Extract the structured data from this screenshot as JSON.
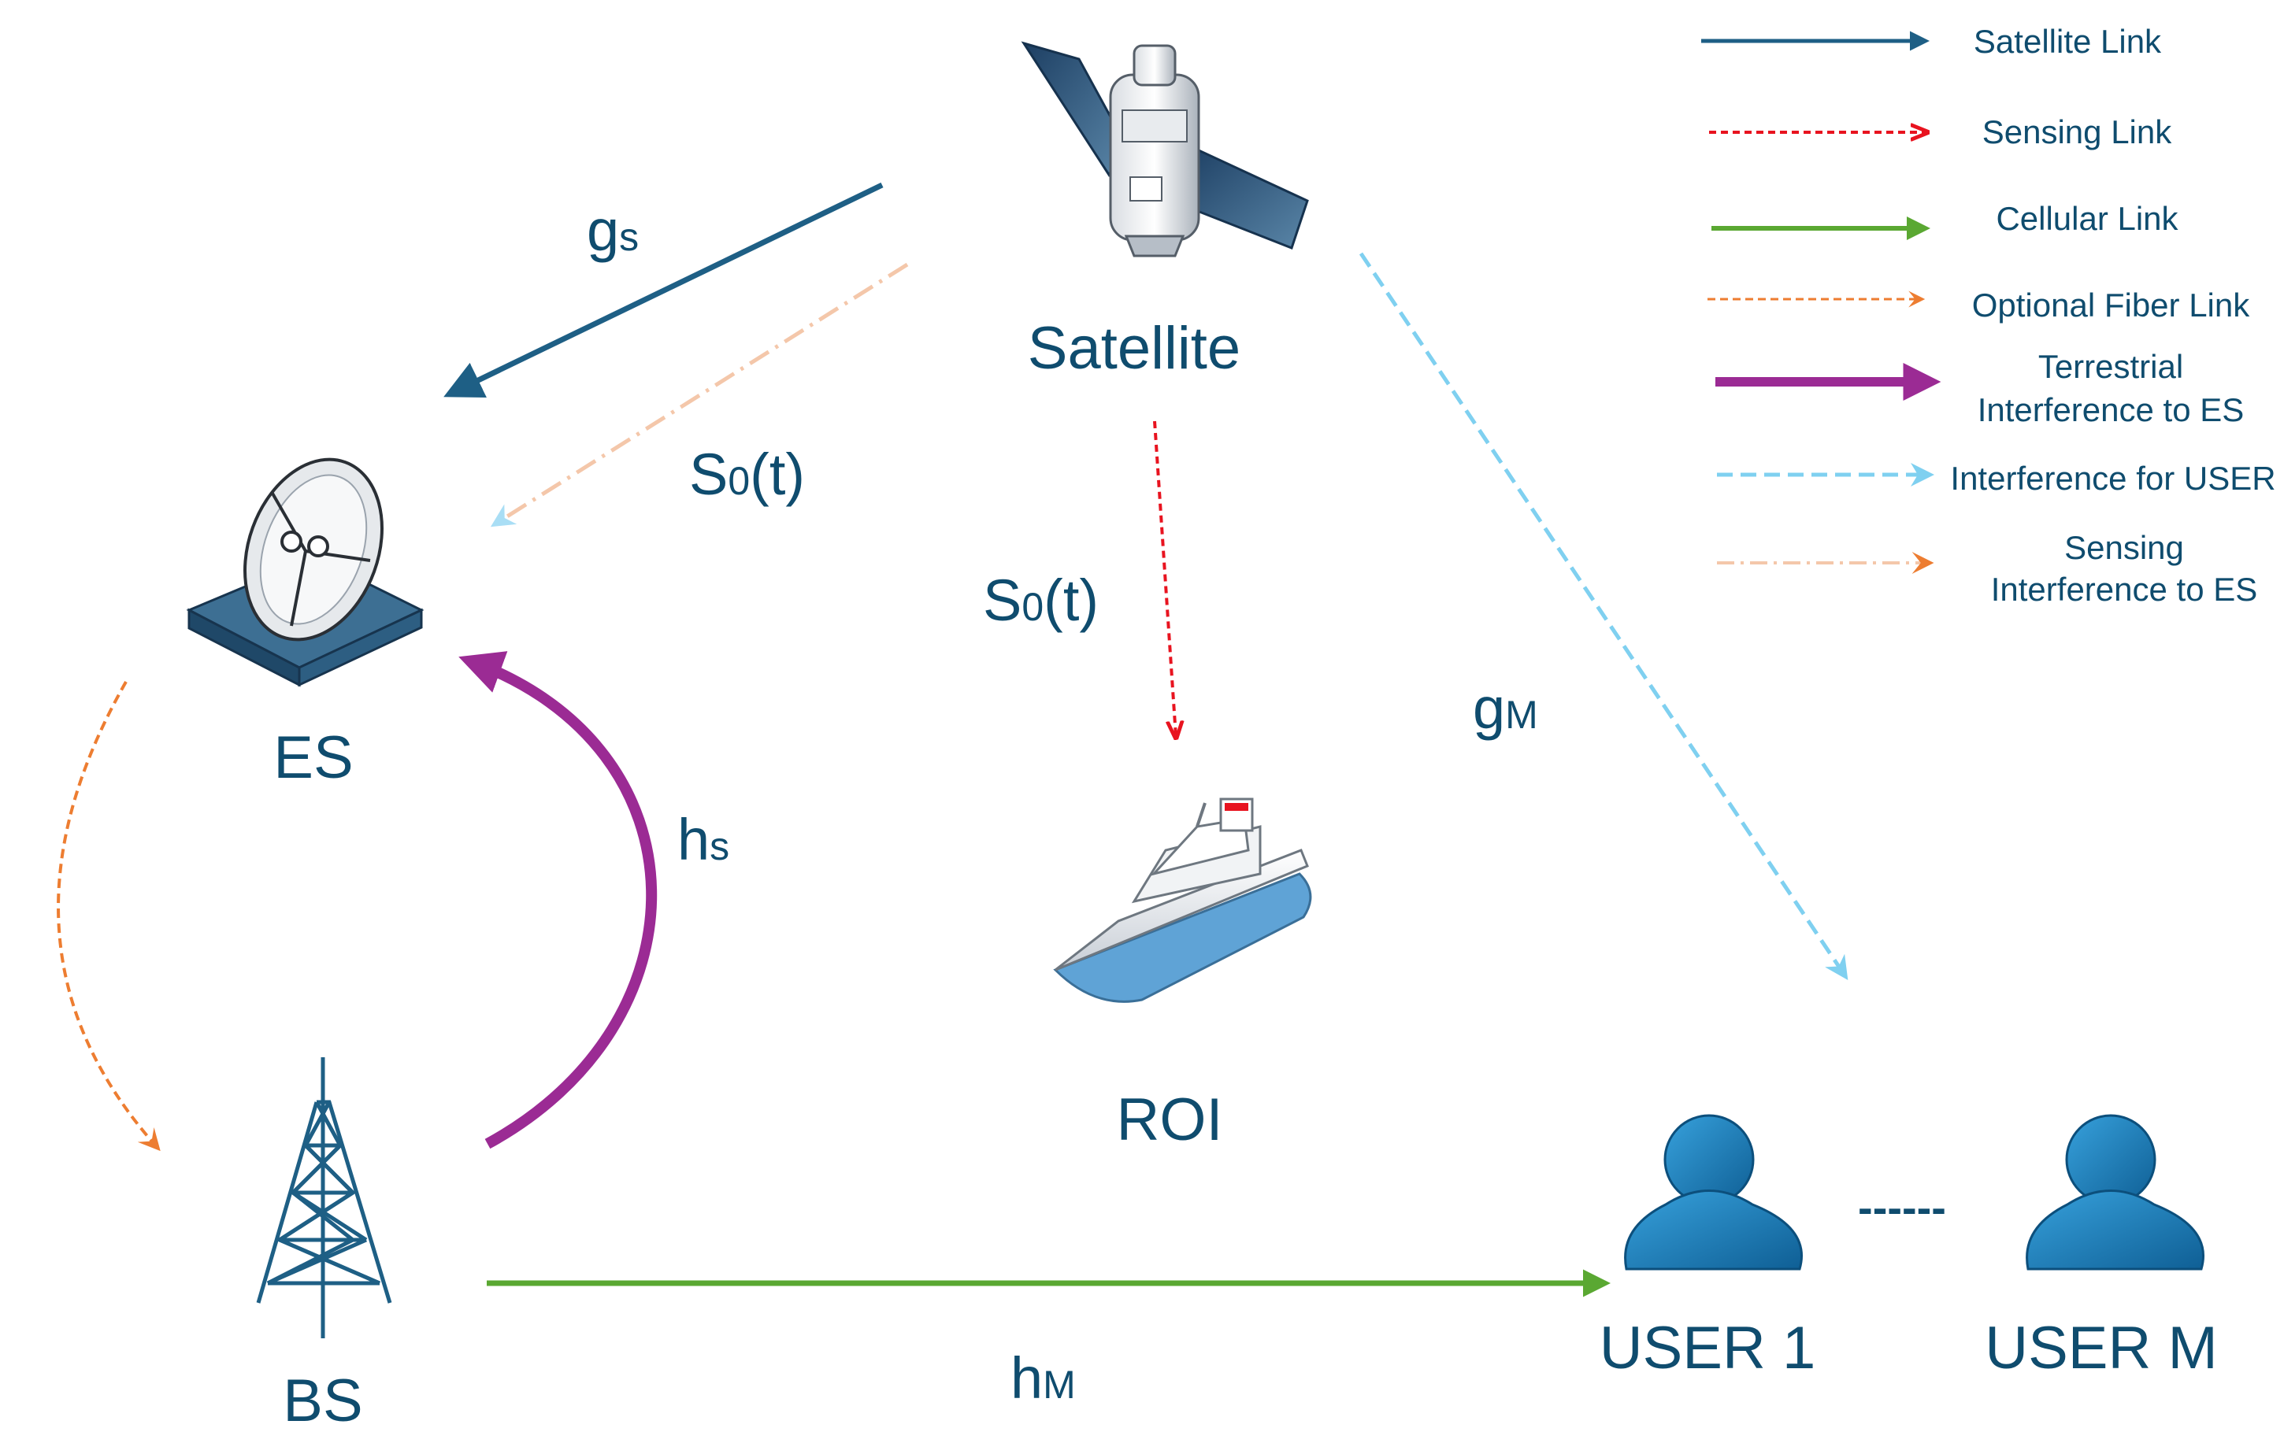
{
  "nodes": {
    "satellite": "Satellite",
    "es": "ES",
    "bs": "BS",
    "roi": "ROI",
    "user1": "USER 1",
    "userm": "USER M"
  },
  "links": {
    "gs_main": "g",
    "gs_sub": "s",
    "so_es_main": "S",
    "so_es_sub": "0",
    "so_es_tail": "(t)",
    "so_roi_main": "S",
    "so_roi_sub": "0",
    "so_roi_tail": "(t)",
    "gm_main": "g",
    "gm_sub": "M",
    "hs_main": "h",
    "hs_sub": "s",
    "hm_main": "h",
    "hm_sub": "M",
    "users_ellipsis": "------"
  },
  "legend": [
    {
      "label_lines": [
        "Satellite Link"
      ],
      "style": "solid",
      "color": "#1e5f85"
    },
    {
      "label_lines": [
        "Sensing Link"
      ],
      "style": "dotted",
      "color": "#e8131f"
    },
    {
      "label_lines": [
        "Cellular Link"
      ],
      "style": "solid",
      "color": "#5aa832"
    },
    {
      "label_lines": [
        "Optional Fiber Link"
      ],
      "style": "dashed",
      "color": "#ed7d31"
    },
    {
      "label_lines": [
        "Terrestrial",
        "Interference to ES"
      ],
      "style": "thick",
      "color": "#9b2b94"
    },
    {
      "label_lines": [
        "Interference for USER"
      ],
      "style": "dashed",
      "color": "#7fd0f0"
    },
    {
      "label_lines": [
        "Sensing",
        "Interference to ES"
      ],
      "style": "dashdot",
      "color": "#f4c7aa"
    }
  ],
  "colors": {
    "satellite_link": "#1e5f85",
    "sensing_link": "#e8131f",
    "cellular_link": "#5aa832",
    "fiber_link": "#ed7d31",
    "terrestrial_interference": "#9b2b94",
    "user_interference": "#7fd0f0",
    "sensing_interference": "#f4c7aa",
    "label_text": "#0f4c6e",
    "user_icon": "#1a7cb5"
  },
  "icons": {
    "satellite": "satellite-icon",
    "es": "satellite-dish-icon",
    "bs": "cell-tower-icon",
    "roi": "ship-icon",
    "user": "user-icon"
  }
}
